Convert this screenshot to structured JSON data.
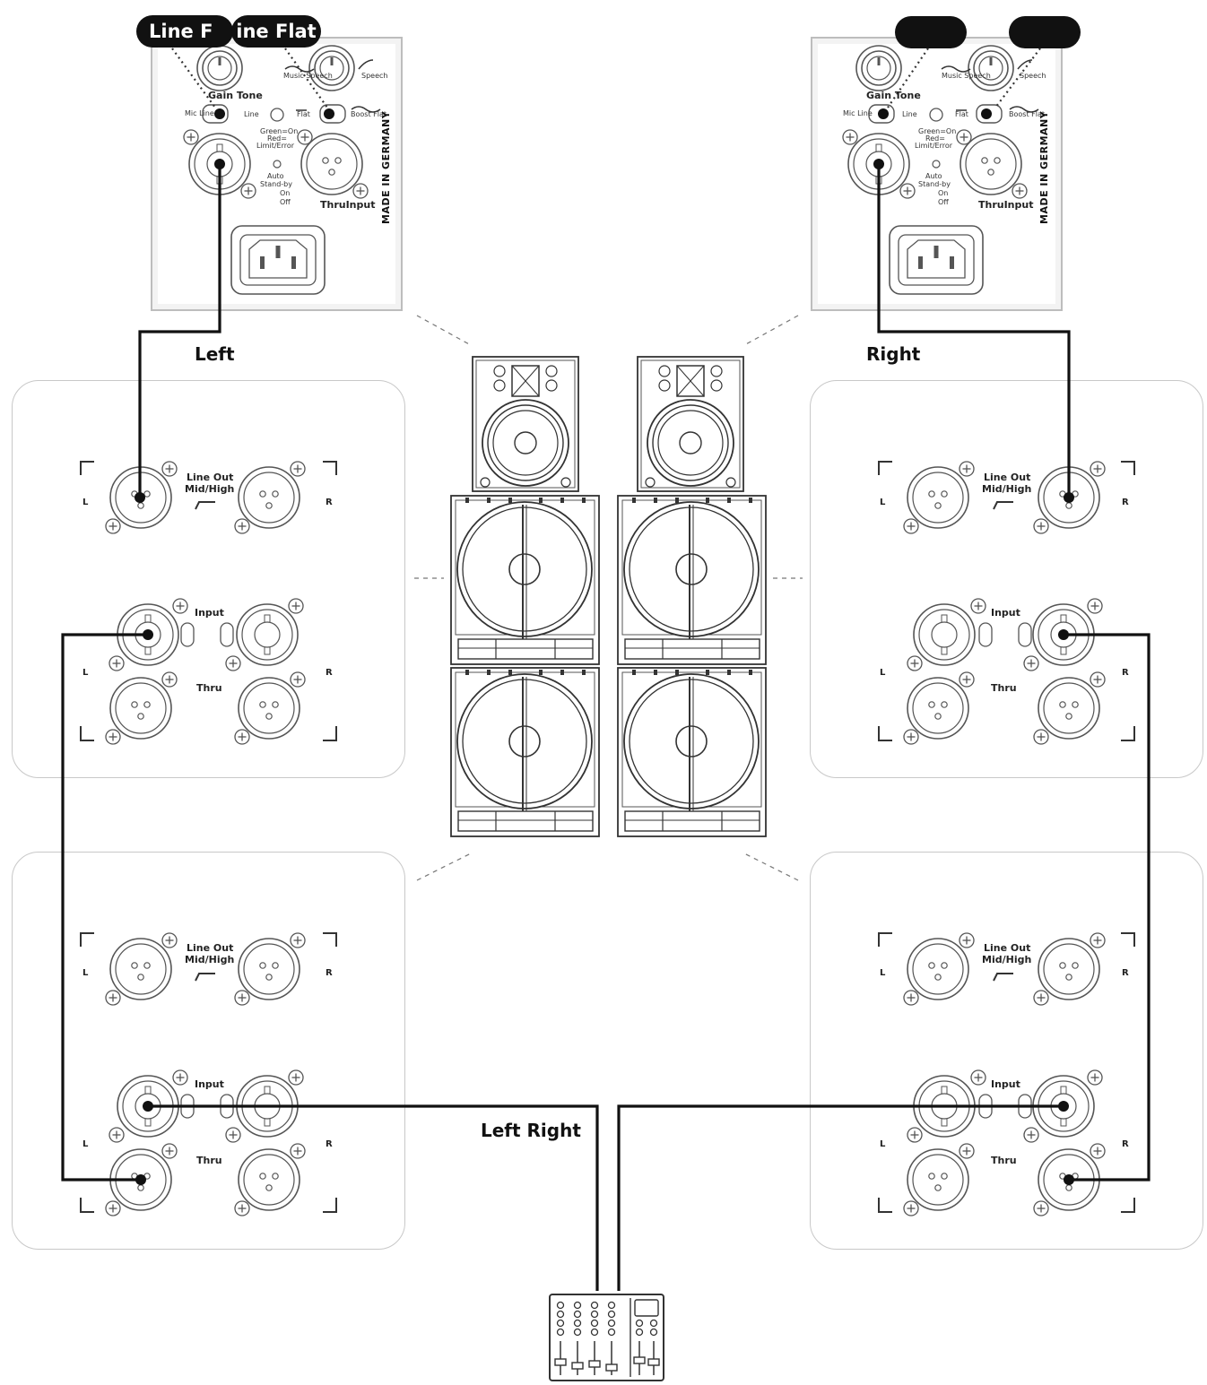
{
  "captions": {
    "left": "Left",
    "right": "Right",
    "left_right": "Left Right"
  },
  "top_left_amp": {
    "pill_1": "Line F",
    "pill_2": "ine Flat",
    "labels": {
      "gain_tone": "Gain Tone",
      "mic_line": "Mic Line",
      "line": "Line",
      "flat": "Flat",
      "boost_flat": "Boost Flat",
      "music_speech": "Music Speech",
      "speech": "Speech",
      "green_on": "Green=On",
      "red": "Red=",
      "limit_error": "Limit/Error",
      "auto": "Auto",
      "stand_by": "Stand-by",
      "on": "On",
      "off": "Off",
      "thru_input": "ThruInput",
      "made_in": "MADE IN GERMANY"
    }
  },
  "top_right_amp": {
    "labels": {
      "gain_tone": "Gain Tone",
      "mic_line": "Mic Line",
      "line": "Line",
      "flat": "Flat",
      "boost_flat": "Boost Flat",
      "music_speech": "Music Speech",
      "speech": "Speech",
      "green_on": "Green=On",
      "red": "Red=",
      "limit_error": "Limit/Error",
      "auto": "Auto",
      "stand_by": "Stand-by",
      "on": "On",
      "off": "Off",
      "thru_input": "ThruInput",
      "made_in": "MADE IN GERMANY"
    }
  },
  "sub_panel": {
    "line_out": "Line Out",
    "mid_high": "Mid/High",
    "input": "Input",
    "thru": "Thru",
    "l": "L",
    "r": "R"
  }
}
